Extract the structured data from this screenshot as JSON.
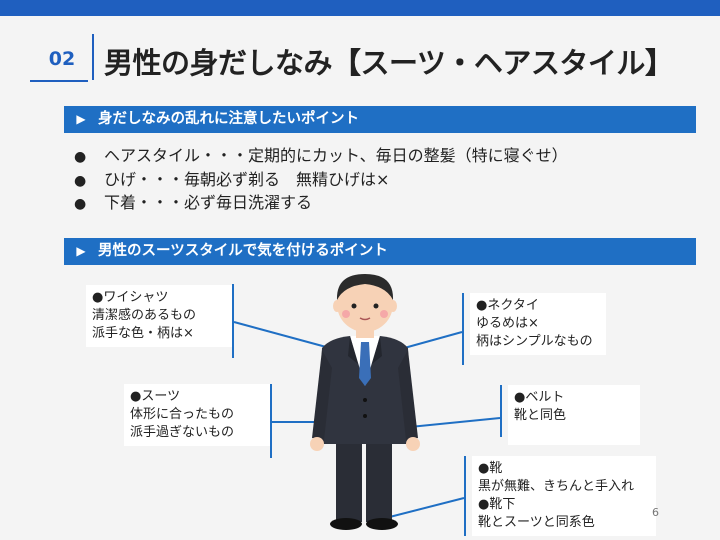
{
  "slide": {
    "number": "02",
    "title": "男性の身だしなみ【スーツ・ヘアスタイル】",
    "page": "6"
  },
  "section1": {
    "heading": "身だしなみの乱れに注意したいポイント",
    "bullets": [
      "ヘアスタイル・・・定期的にカット、毎日の整髪（特に寝ぐせ）",
      "ひげ・・・毎朝必ず剃る　無精ひげは×",
      "下着・・・必ず毎日洗濯する"
    ]
  },
  "section2": {
    "heading": "男性のスーツスタイルで気を付けるポイント"
  },
  "callouts": {
    "shirt": [
      "●ワイシャツ",
      "清潔感のあるもの",
      "派手な色・柄は×"
    ],
    "tie": [
      "●ネクタイ",
      "ゆるめは×",
      "柄はシンプルなもの"
    ],
    "suit": [
      "●スーツ",
      "体形に合ったもの",
      "派手過ぎないもの"
    ],
    "belt": [
      "●ベルト",
      "靴と同色"
    ],
    "shoes": [
      "●靴",
      "黒が無難、きちんと手入れ",
      "●靴下",
      "靴とスーツと同系色"
    ]
  },
  "colors": {
    "accent": "#1f5fbf",
    "bar": "#1f6fc4",
    "background": "#f4f4f4"
  },
  "icons": {
    "bullet": "●",
    "section_marker": "▶"
  }
}
